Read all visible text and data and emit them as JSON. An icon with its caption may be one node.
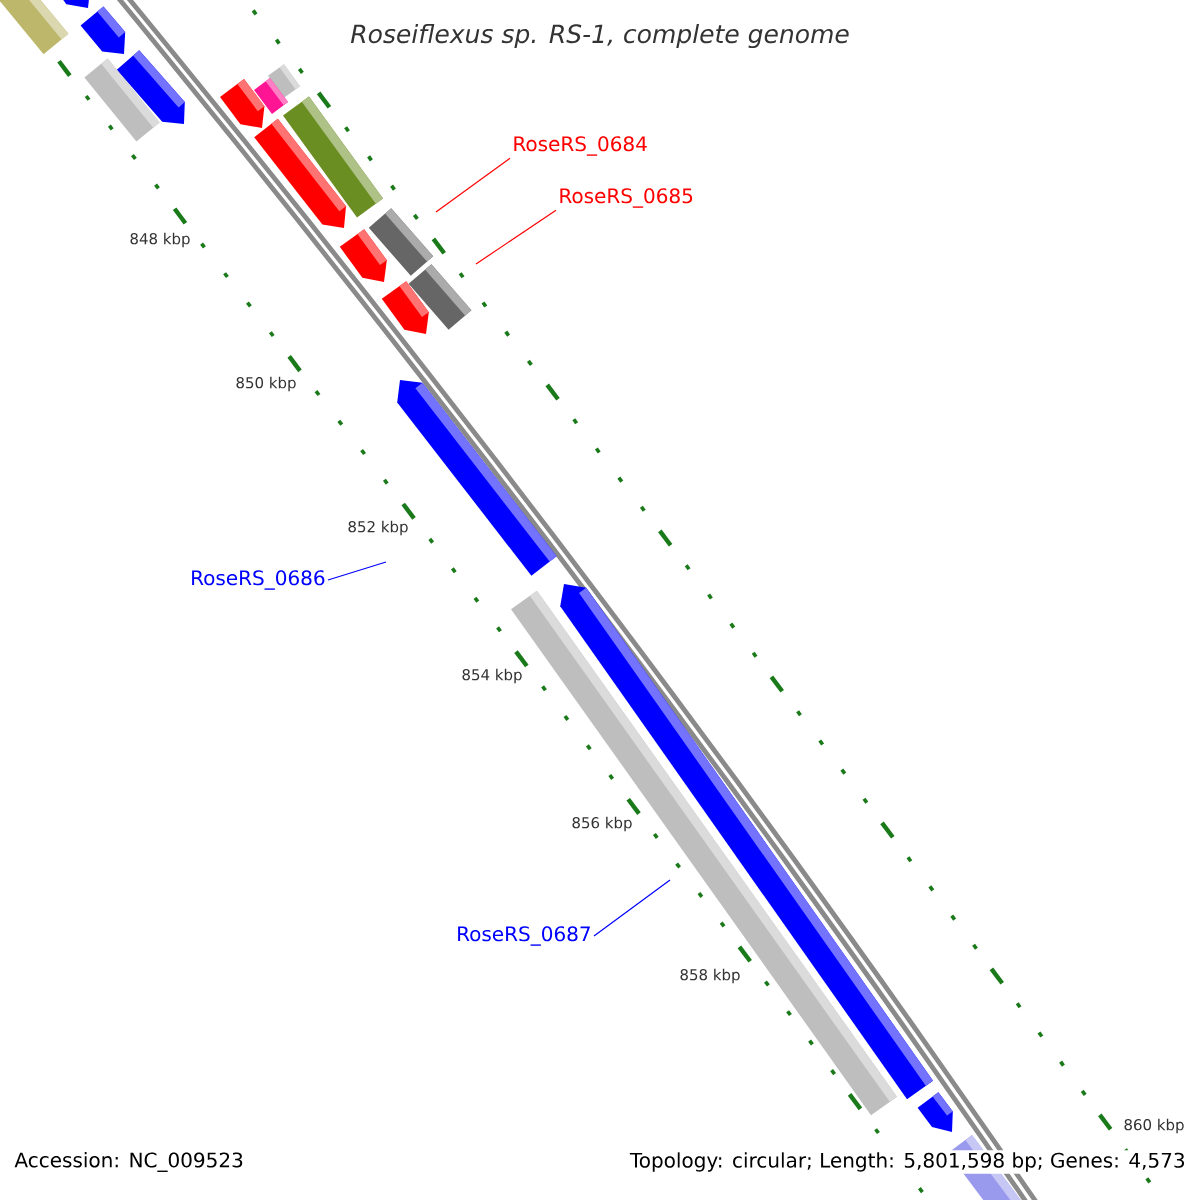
{
  "diagram": {
    "title": "Roseiflexus sp. RS-1, complete genome",
    "nodes": [
      {
        "text": [
          "RoseRS_0684"
        ]
      },
      {
        "text": [
          "RoseRS_0685"
        ]
      },
      {
        "text": [
          "RoseRS_0686"
        ]
      },
      {
        "text": [
          "RoseRS_0687"
        ]
      }
    ],
    "edges": [
      {
        "from": 0,
        "to": null,
        "arrow": "none",
        "color": "#ff0000"
      },
      {
        "from": 1,
        "to": null,
        "arrow": "none",
        "color": "#ff0000"
      },
      {
        "from": 2,
        "to": null,
        "arrow": "none",
        "color": "#0000ff"
      },
      {
        "from": 3,
        "to": null,
        "arrow": "none",
        "color": "#0000ff"
      }
    ],
    "labels": [
      "848 kbp",
      "850 kbp",
      "852 kbp",
      "854 kbp",
      "856 kbp",
      "858 kbp",
      "860 kbp",
      "Accession: NC_009523",
      "Topology: circular; Length: 5,801,598 bp; Genes: 4,573"
    ]
  }
}
